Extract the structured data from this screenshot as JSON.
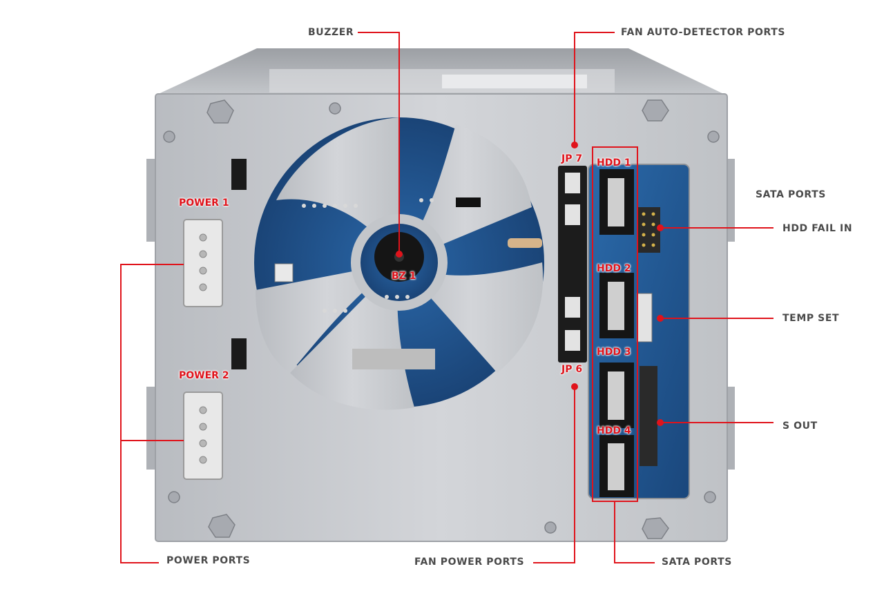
{
  "callouts": {
    "buzzer": "BUZZER",
    "fan_auto_detector_ports": "FAN AUTO-DETECTOR PORTS",
    "sata_ports_top": "SATA PORTS",
    "hdd_fail_in": "HDD FAIL IN",
    "temp_set": "TEMP SET",
    "s_out": "S OUT",
    "power_ports": "POWER PORTS",
    "fan_power_ports": "FAN POWER PORTS",
    "sata_ports_bottom": "SATA PORTS"
  },
  "board_labels": {
    "power1": "POWER 1",
    "power2": "POWER 2",
    "bz1": "BZ 1",
    "jp7": "JP 7",
    "jp6": "JP 6",
    "hdd1": "HDD 1",
    "hdd2": "HDD 2",
    "hdd3": "HDD 3",
    "hdd4": "HDD 4"
  },
  "colors": {
    "accent_red": "#e0131b",
    "callout_text": "#4a4a4a",
    "chassis": "#c9ccd1",
    "pcb": "#1f4e86"
  }
}
